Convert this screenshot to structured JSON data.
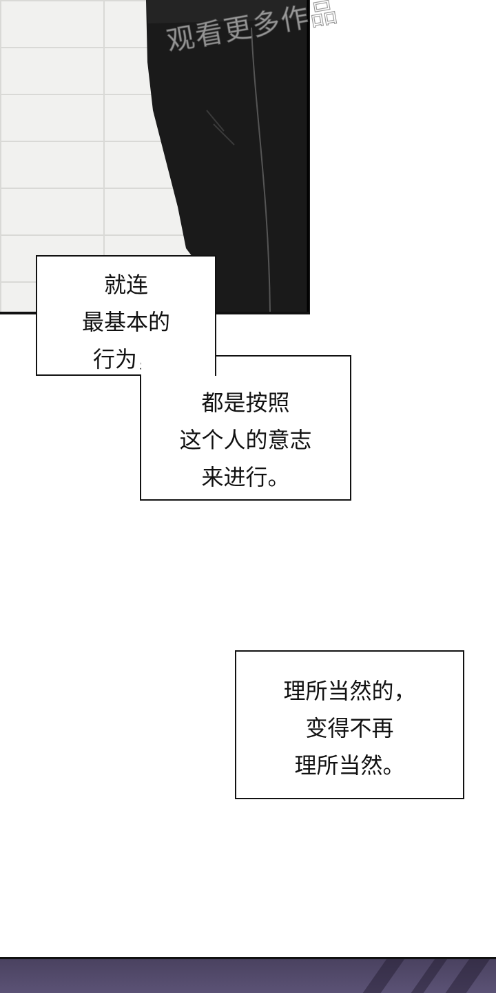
{
  "watermark": {
    "text": "观看更多作品"
  },
  "speech_boxes": {
    "box_a": {
      "lines": [
        "就连",
        "最基本的",
        "行为，"
      ]
    },
    "box_b": {
      "lines": [
        "都是按照",
        "这个人的意志",
        "来进行。"
      ]
    },
    "box_c": {
      "lines": [
        "理所当然的，",
        "变得不再",
        "理所当然。"
      ]
    }
  },
  "colors": {
    "background": "#ffffff",
    "ink": "#111111",
    "wall": "#f1f1ef",
    "figure": "#1a1a1a",
    "bottom_panel": "#4a4260"
  }
}
